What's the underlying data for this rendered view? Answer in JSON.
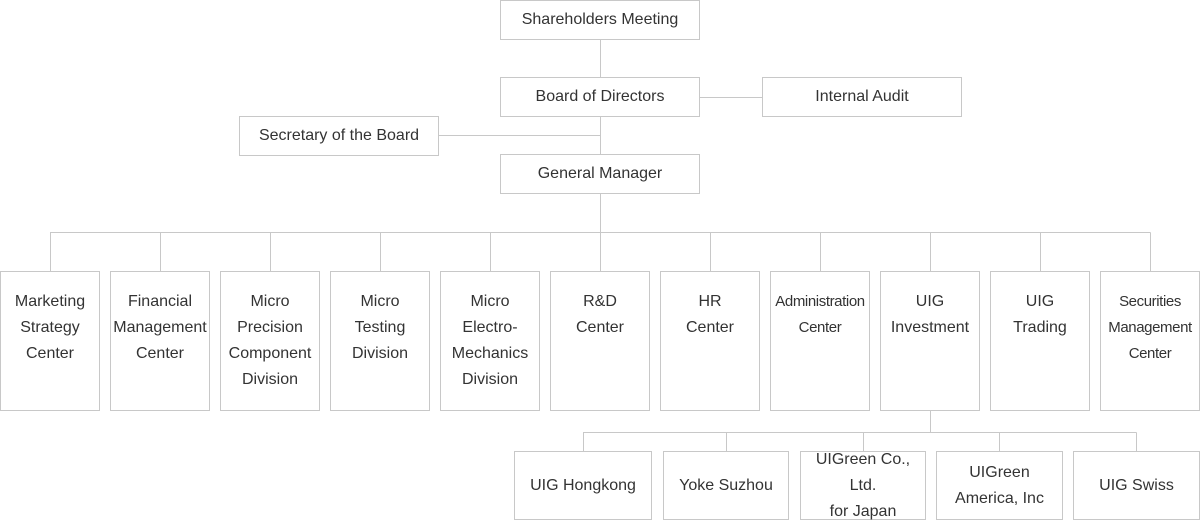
{
  "top": {
    "shareholders": [
      "Shareholders Meeting"
    ],
    "board": [
      "Board of Directors"
    ],
    "audit": [
      "Internal Audit"
    ],
    "secretary": [
      "Secretary of the Board"
    ],
    "gm": [
      "General Manager"
    ]
  },
  "departments": [
    [
      "Marketing",
      "Strategy",
      "Center"
    ],
    [
      "Financial",
      "Management",
      "Center"
    ],
    [
      "Micro",
      "Precision",
      "Component",
      "Division"
    ],
    [
      "Micro",
      "Testing",
      "Division"
    ],
    [
      "Micro",
      "Electro-",
      "Mechanics",
      "Division"
    ],
    [
      "R&D",
      "Center"
    ],
    [
      "HR",
      "Center"
    ],
    [
      "Administration",
      "Center"
    ],
    [
      "UIG",
      "Investment"
    ],
    [
      "UIG",
      "Trading"
    ],
    [
      "Securities",
      "Management",
      "Center"
    ]
  ],
  "subsidiaries": [
    [
      "UIG Hongkong"
    ],
    [
      "Yoke Suzhou"
    ],
    [
      "UIGreen Co., Ltd.",
      "for Japan"
    ],
    [
      "UIGreen",
      "America, Inc"
    ],
    [
      "UIG Swiss"
    ]
  ],
  "colors": {
    "border": "#c8c8c8",
    "line": "#c8c8c8",
    "text": "#333333"
  }
}
